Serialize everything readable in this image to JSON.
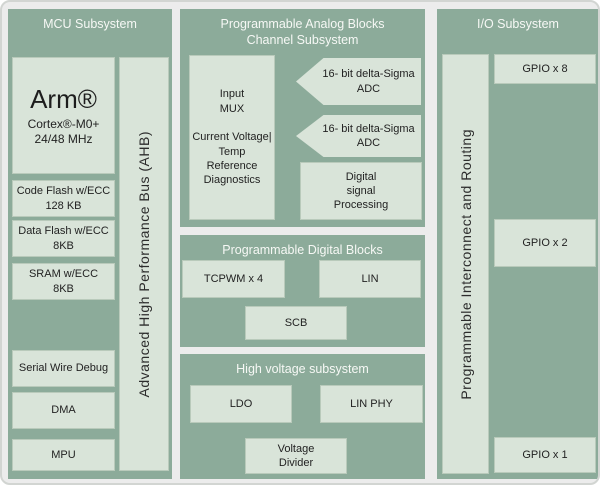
{
  "colors": {
    "panel_green": "#8cab9a",
    "block_light_green": "#d9e4d9",
    "panel_title_text": "#f6f8f5",
    "block_text": "#222222",
    "frame_border": "#d2d5d2"
  },
  "mcu": {
    "title": "MCU Subsystem",
    "cpu_line1": "Arm®",
    "cpu_line2": "Cortex®-M0+",
    "cpu_line3": "24/48 MHz",
    "mem_blocks": [
      {
        "label": "Code Flash w/ECC\n128 KB"
      },
      {
        "label": "Data Flash w/ECC\n8KB"
      },
      {
        "label": "SRAM w/ECC\n8KB"
      }
    ],
    "misc_blocks": [
      {
        "label": "Serial Wire Debug"
      },
      {
        "label": "DMA"
      },
      {
        "label": "MPU"
      }
    ],
    "bus_label": "Advanced High Performance Bus (AHB)"
  },
  "analog": {
    "title": "Programmable Analog Blocks\nChannel Subsystem",
    "input_block": "Input\nMUX\n\nCurrent Voltage|\nTemp\nReference\nDiagnostics",
    "adc1": "16- bit delta-Sigma\nADC",
    "adc2": "16- bit delta-Sigma\nADC",
    "dsp": "Digital\nsignal\nProcessing"
  },
  "digital": {
    "title": "Programmable Digital Blocks",
    "tcpwm": "TCPWM x 4",
    "lin": "LIN",
    "scb": "SCB"
  },
  "hv": {
    "title": "High voltage subsystem",
    "ldo": "LDO",
    "lin_phy": "LIN PHY",
    "voltage_divider": "Voltage\nDivider"
  },
  "io": {
    "title": "I/O Subsystem",
    "routing_label": "Programmable Interconnect and Routing",
    "gpio_blocks": [
      {
        "label": "GPIO x 8"
      },
      {
        "label": "GPIO x 2"
      },
      {
        "label": "GPIO x 1"
      }
    ]
  }
}
